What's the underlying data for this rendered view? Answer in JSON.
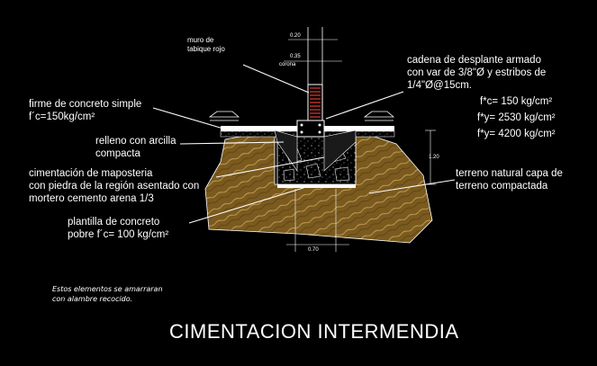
{
  "labels": {
    "muro": "muro de\ntabique rojo",
    "cadena": "cadena de desplante armado\ncon var de 3/8\"Ø y estribos de\n1/4\"Ø@15cm.",
    "fc_cadena": "f*c= 150 kg/cm²",
    "fy1": "f*y= 2530 kg/cm²",
    "fy2": "f*y= 4200 kg/cm²",
    "firme": "firme de concreto simple\nf´c=150kg/cm²",
    "relleno": "relleno con arcilla\ncompacta",
    "cimentacion": "cimentación de maposteria\ncon piedra de la región asentado con\nmortero cemento arena 1/3",
    "terreno": "terreno natural capa de\nterreno compactada",
    "plantilla": "plantilla de concreto\npobre f´c= 100 kg/cm²",
    "note": "Estos elementos se amarraran\ncon alambre recocido.",
    "title": "CIMENTACION INTERMENDIA"
  },
  "dimensions": {
    "top_width": "0.20",
    "corona_width": "0.35",
    "corona": "corona",
    "height": "1.20",
    "base_width": "0.70"
  },
  "colors": {
    "background": "#000000",
    "soil": "#7a5a1e",
    "soil_hatch": "#c7a05a",
    "lines": "#ffffff",
    "brick": "#e23b2e"
  }
}
